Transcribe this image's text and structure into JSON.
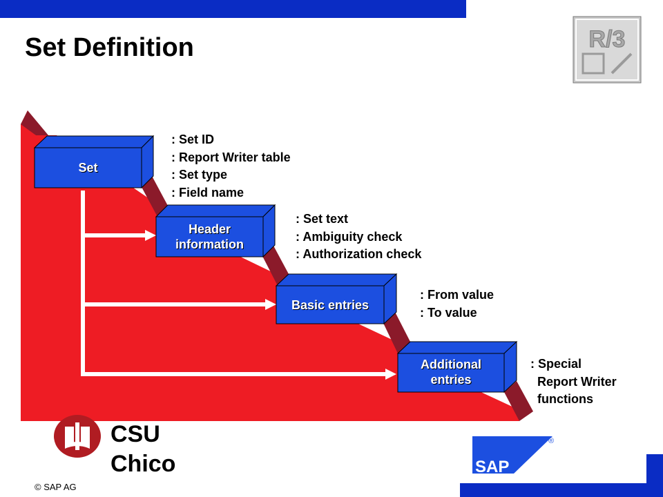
{
  "slide": {
    "title": "Set Definition",
    "boxes": [
      {
        "id": "set",
        "label": "Set"
      },
      {
        "id": "header",
        "label": "Header\ninformation"
      },
      {
        "id": "basic",
        "label": "Basic entries"
      },
      {
        "id": "additional",
        "label": "Additional\nentries"
      }
    ],
    "descriptions": {
      "set": ": Set ID\n: Report Writer table\n: Set type\n: Field name",
      "header": ": Set text\n: Ambiguity check\n: Authorization check",
      "basic": ": From value\n: To value",
      "additional": ": Special\n  Report Writer\n  functions"
    }
  },
  "footer": {
    "university": "CSU\nChico",
    "copyright": "© SAP AG",
    "sap_logo_text": "SAP",
    "registered_mark": "®"
  },
  "badge": {
    "text": "R/3"
  },
  "colors": {
    "staircase_red": "#ee1c24",
    "staircase_dark": "#8b1a2a",
    "box_blue": "#1c4fe0",
    "bar_blue": "#0a2cc4",
    "logo_red": "#b01c22"
  }
}
